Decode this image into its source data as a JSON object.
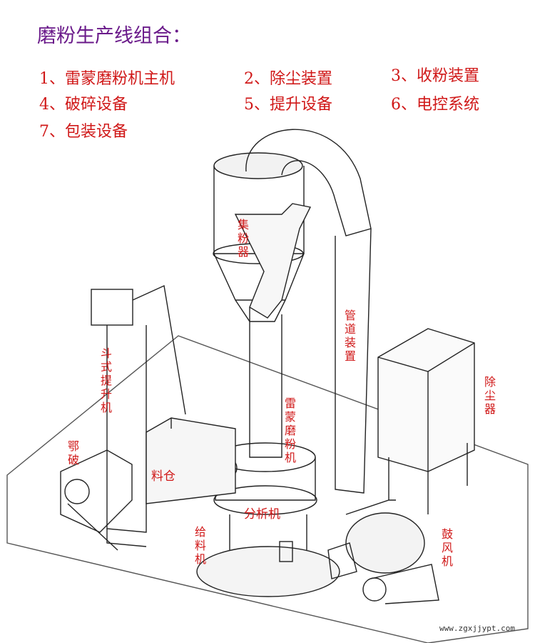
{
  "title": "磨粉生产线组合：",
  "legend": [
    "1、雷蒙磨粉机主机",
    "2、除尘装置",
    "3、收粉装置",
    "4、破碎设备",
    "5、提升设备",
    "6、电控系统",
    "7、包装设备"
  ],
  "labels": {
    "collector": "集粉器",
    "pipe": "管道装置",
    "elevator": "斗式提升机",
    "dust": "除尘器",
    "raymond": "雷蒙磨粉机",
    "jaw": "鄂破",
    "bin": "料仓",
    "classifier": "分析机",
    "feeder": "给料机",
    "blower": "鼓风机"
  },
  "watermark": "www.zgxjjypt.com"
}
